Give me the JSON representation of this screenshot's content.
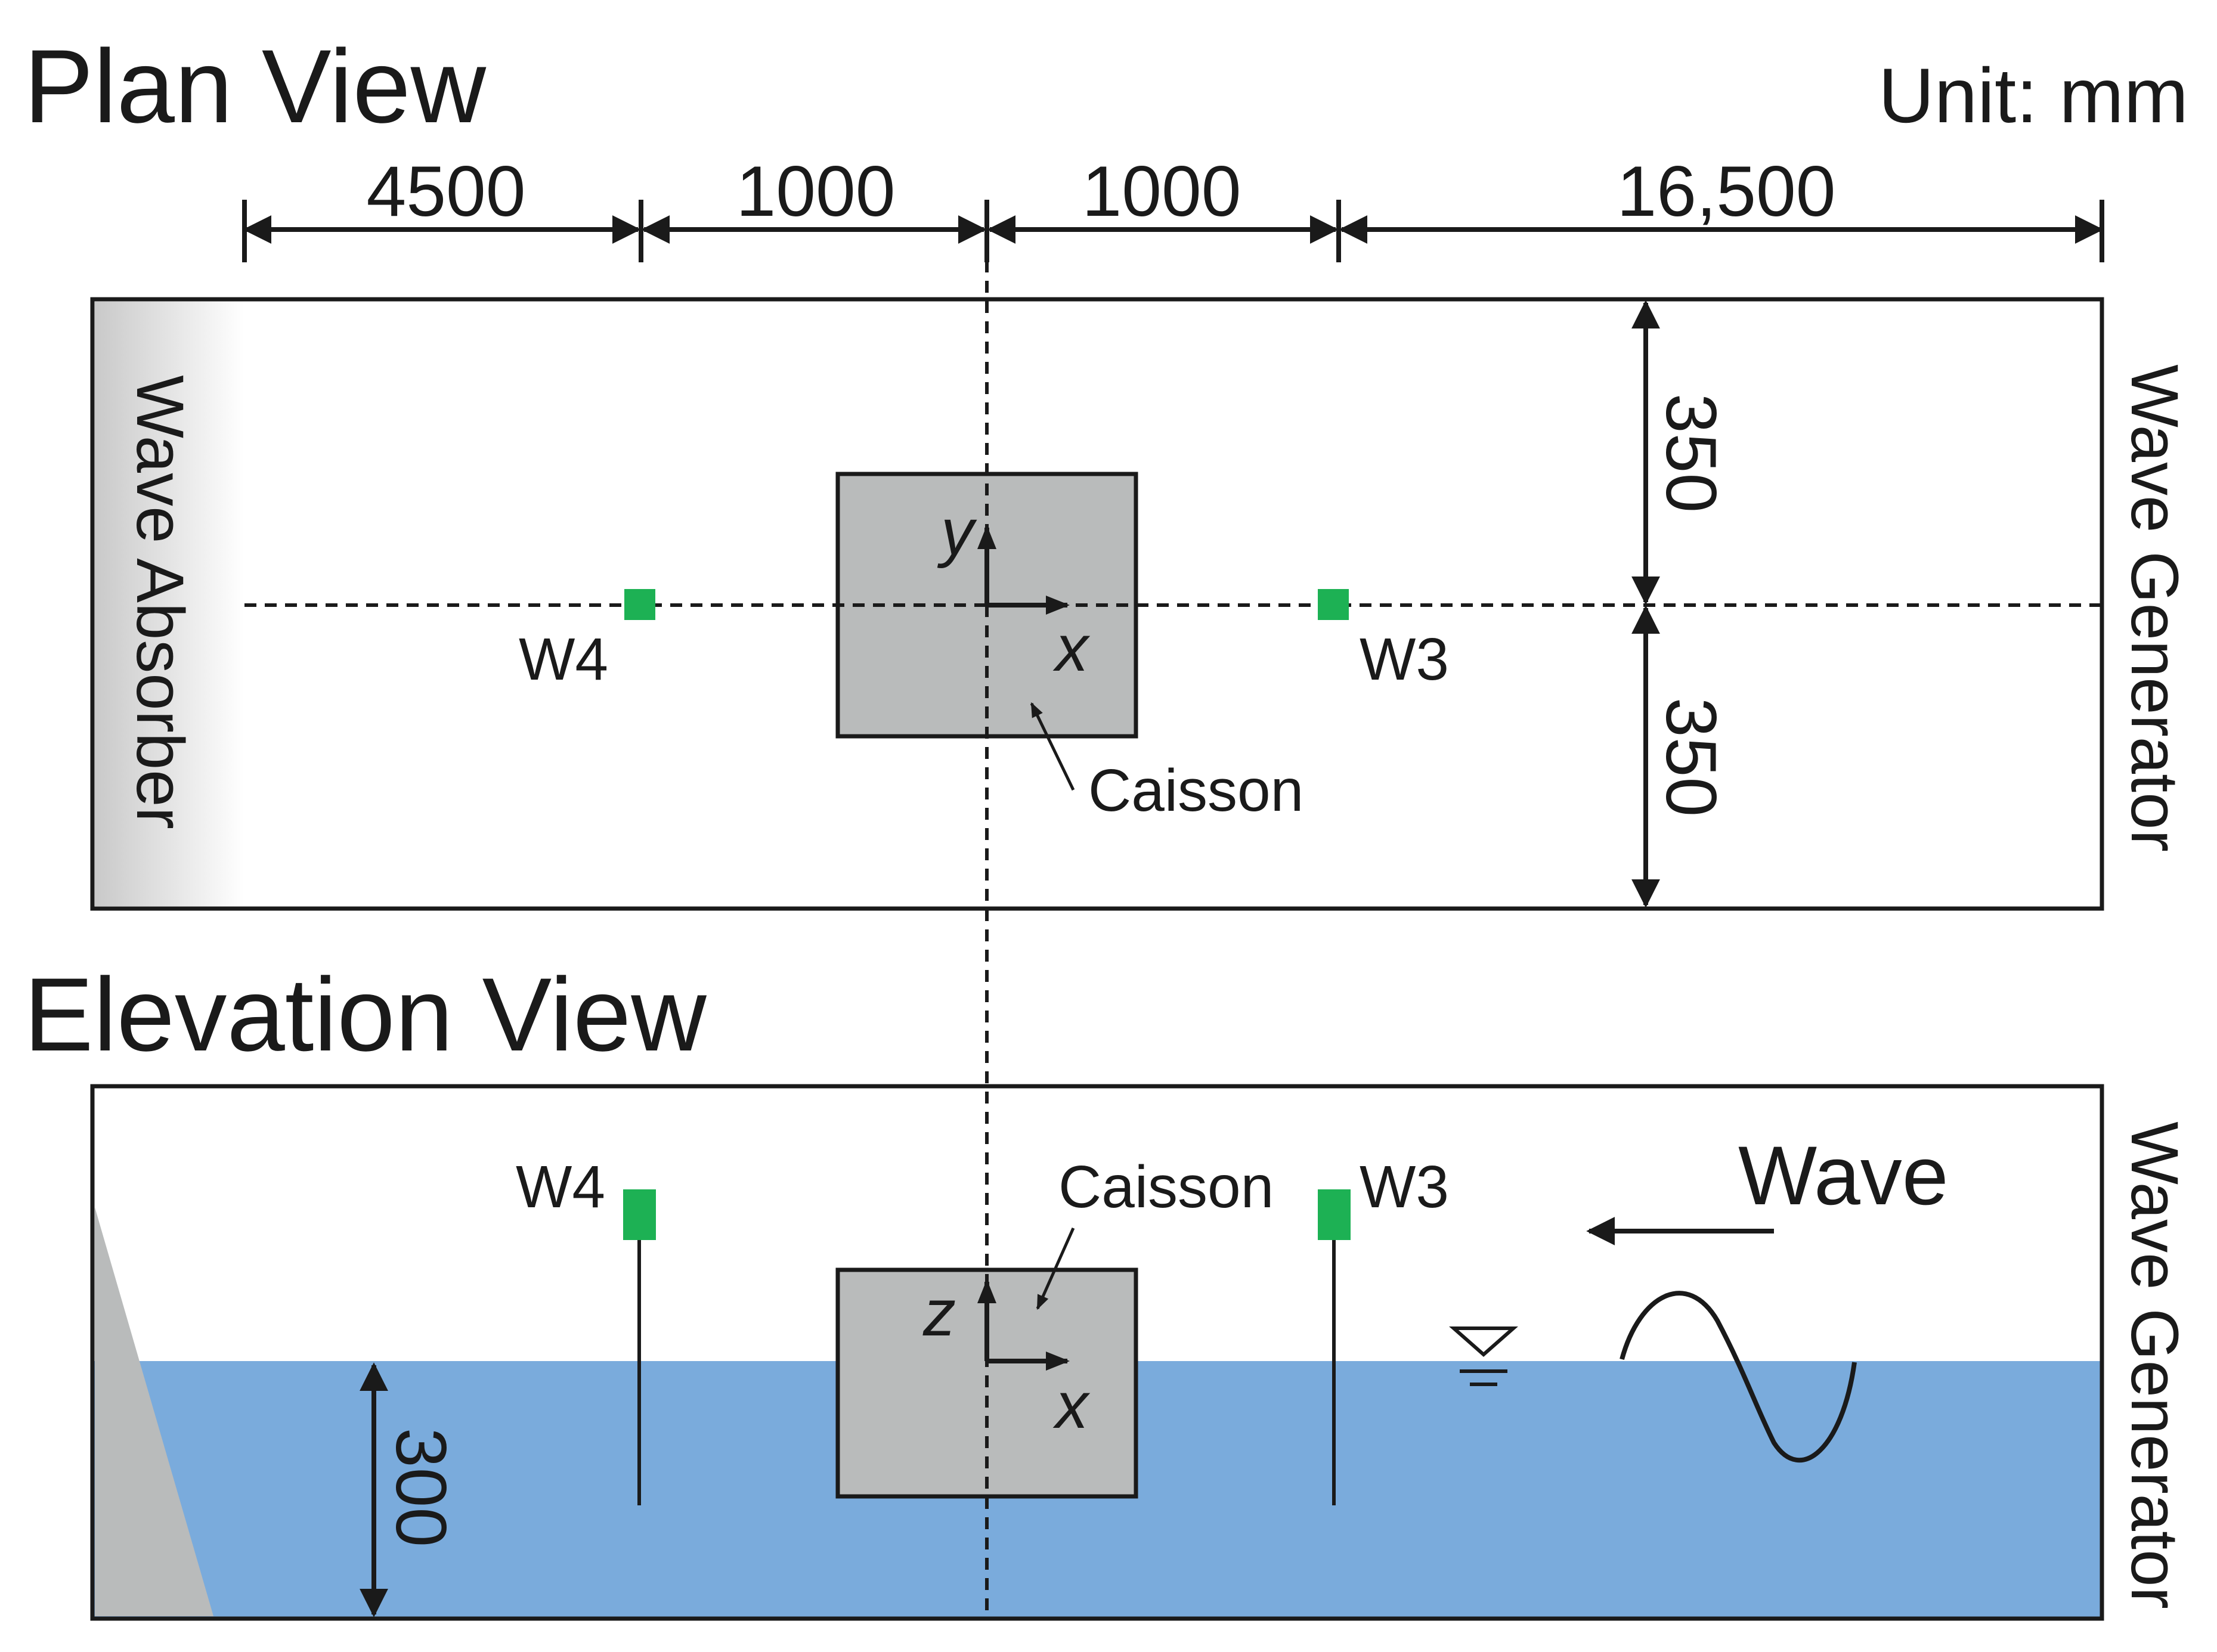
{
  "plan_view": {
    "title": "Plan View",
    "unit": "Unit: mm",
    "dimensions_top": [
      "4500",
      "1000",
      "1000",
      "16,500"
    ],
    "dimensions_side": [
      "350",
      "350"
    ],
    "left_label": "Wave Absorber",
    "right_label": "Wave Generator",
    "caisson_label": "Caisson",
    "gauge_left": "W4",
    "gauge_right": "W3",
    "axis_y": "y",
    "axis_x": "x"
  },
  "elevation_view": {
    "title": "Elevation View",
    "right_label": "Wave Generator",
    "caisson_label": "Caisson",
    "gauge_left": "W4",
    "gauge_right": "W3",
    "wave_label": "Wave",
    "axis_z": "z",
    "axis_x": "x",
    "depth_dimension": "300"
  },
  "colors": {
    "water": "#7aabdc",
    "caisson": "#b9bbbb",
    "gauge": "#1db154",
    "absorber": "#b9bbbb",
    "line": "#1a1a1a"
  }
}
